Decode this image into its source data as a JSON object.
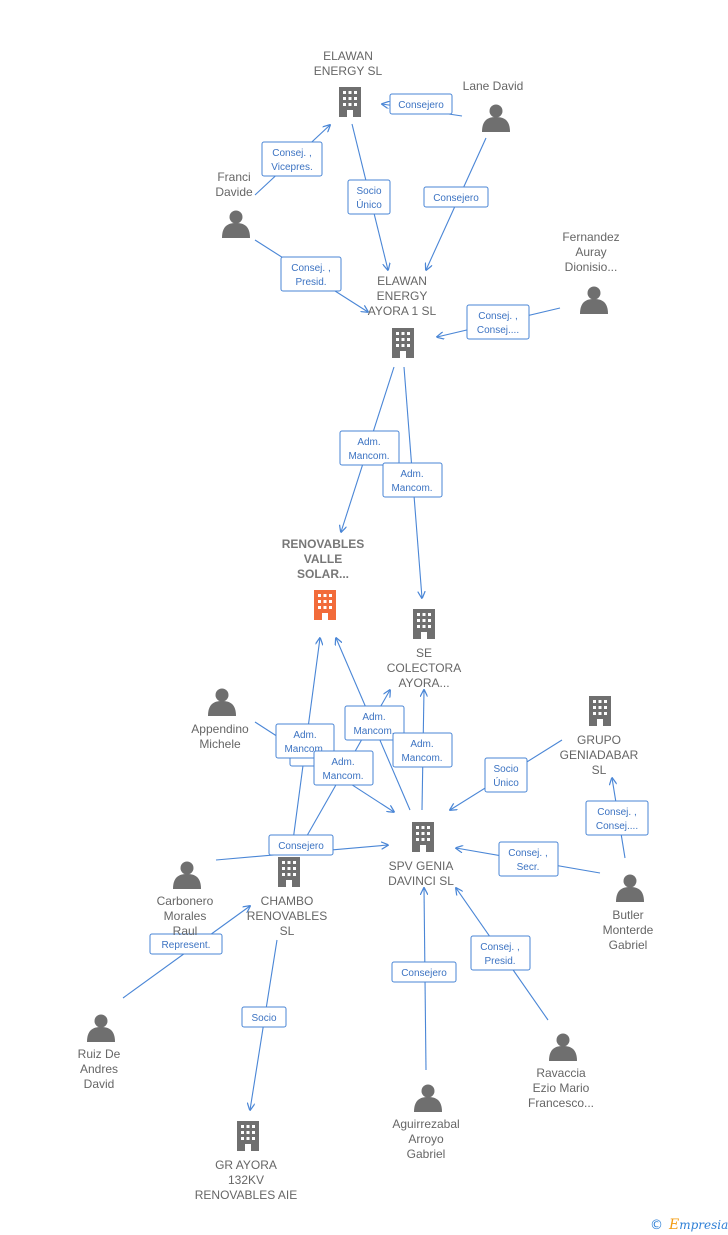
{
  "nodes": [
    {
      "id": "elawan_energy",
      "kind": "company",
      "lines": [
        "ELAWAN",
        "ENERGY  SL"
      ]
    },
    {
      "id": "lane_david",
      "kind": "person",
      "lines": [
        "Lane David"
      ]
    },
    {
      "id": "franci_davide",
      "kind": "person",
      "lines": [
        "Franci",
        "Davide"
      ]
    },
    {
      "id": "elawan_ayora",
      "kind": "company",
      "lines": [
        "ELAWAN",
        "ENERGY",
        "AYORA 1  SL"
      ]
    },
    {
      "id": "fernandez_auray",
      "kind": "person",
      "lines": [
        "Fernandez",
        "Auray",
        "Dionisio..."
      ]
    },
    {
      "id": "renovables_valle",
      "kind": "focus",
      "lines": [
        "RENOVABLES",
        "VALLE",
        "SOLAR..."
      ]
    },
    {
      "id": "se_colectora",
      "kind": "company",
      "lines": [
        "SE",
        "COLECTORA",
        "AYORA..."
      ]
    },
    {
      "id": "appendino",
      "kind": "person",
      "lines": [
        "Appendino",
        "Michele"
      ]
    },
    {
      "id": "grupo_geniadabar",
      "kind": "company",
      "lines": [
        "GRUPO",
        "GENIADABAR",
        "SL"
      ]
    },
    {
      "id": "spv_genia",
      "kind": "company",
      "lines": [
        "SPV GENIA",
        "DAVINCI  SL"
      ]
    },
    {
      "id": "carbonero",
      "kind": "person",
      "lines": [
        "Carbonero",
        "Morales",
        "Raul"
      ]
    },
    {
      "id": "chambo",
      "kind": "company",
      "lines": [
        "CHAMBO",
        "RENOVABLES",
        "SL"
      ]
    },
    {
      "id": "butler",
      "kind": "person",
      "lines": [
        "Butler",
        "Monterde",
        "Gabriel"
      ]
    },
    {
      "id": "ruiz",
      "kind": "person",
      "lines": [
        "Ruiz De",
        "Andres",
        "David"
      ]
    },
    {
      "id": "ravaccia",
      "kind": "person",
      "lines": [
        "Ravaccia",
        "Ezio Mario",
        "Francesco..."
      ]
    },
    {
      "id": "aguirrezabal",
      "kind": "person",
      "lines": [
        "Aguirrezabal",
        "Arroyo",
        "Gabriel"
      ]
    },
    {
      "id": "gr_ayora",
      "kind": "company",
      "lines": [
        "GR AYORA",
        "132KV",
        "RENOVABLES AIE"
      ]
    }
  ],
  "relations": [
    {
      "id": "r1",
      "lines": [
        "Consejero"
      ]
    },
    {
      "id": "r2",
      "lines": [
        "Consej. ,",
        "Vicepres."
      ]
    },
    {
      "id": "r3",
      "lines": [
        "Socio",
        "Único"
      ]
    },
    {
      "id": "r4",
      "lines": [
        "Consejero"
      ]
    },
    {
      "id": "r5",
      "lines": [
        "Consej. ,",
        "Presid."
      ]
    },
    {
      "id": "r6",
      "lines": [
        "Consej. ,",
        "Consej...."
      ]
    },
    {
      "id": "r7",
      "lines": [
        "Adm.",
        "Mancom."
      ]
    },
    {
      "id": "r8",
      "lines": [
        "Adm.",
        "Mancom."
      ]
    },
    {
      "id": "r9",
      "lines": [
        "Adm.",
        "Mancom."
      ]
    },
    {
      "id": "r10",
      "lines": [
        "Adm.",
        "Mancom."
      ]
    },
    {
      "id": "r11",
      "lines": [
        "Adm.",
        "Mancom."
      ]
    },
    {
      "id": "r12",
      "lines": [
        "Adm.",
        "Mancom."
      ]
    },
    {
      "id": "r13",
      "lines": [
        "Socio",
        "Único"
      ]
    },
    {
      "id": "r14",
      "lines": [
        "Consej. ,",
        "Consej...."
      ]
    },
    {
      "id": "r15",
      "lines": [
        "Consejero"
      ]
    },
    {
      "id": "r16",
      "lines": [
        "Consej. ,",
        "Secr."
      ]
    },
    {
      "id": "r17",
      "lines": [
        "Represent."
      ]
    },
    {
      "id": "r18",
      "lines": [
        "Consej. ,",
        "Presid."
      ]
    },
    {
      "id": "r19",
      "lines": [
        "Consejero"
      ]
    },
    {
      "id": "r20",
      "lines": [
        "Socio"
      ]
    }
  ],
  "footer": {
    "copyright": "©",
    "brand_initial": "E",
    "brand_rest": "mpresia"
  },
  "colors": {
    "edge": "#4a86d6",
    "node_gray": "#6f6f6f",
    "focus": "#f26b3a",
    "text": "#666666"
  }
}
